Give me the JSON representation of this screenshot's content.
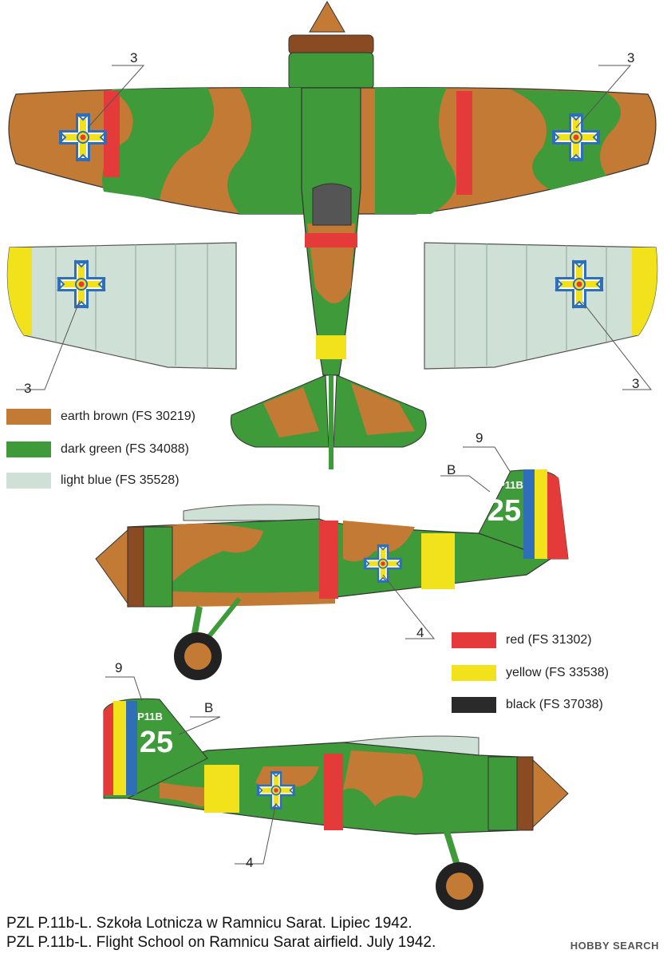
{
  "colors": {
    "earth_brown": "#c27a35",
    "dark_green": "#3f9a3a",
    "light_blue": "#cfe1d6",
    "red": "#e53a3a",
    "yellow": "#f2e21b",
    "black": "#2a2a2a",
    "blue": "#2f6fb8",
    "cowl_brown": "#8a4a22"
  },
  "legend_top": [
    {
      "label": "earth brown (FS 30219)",
      "color": "#c27a35"
    },
    {
      "label": "dark green (FS 34088)",
      "color": "#3f9a3a"
    },
    {
      "label": "light blue (FS 35528)",
      "color": "#cfe1d6"
    }
  ],
  "legend_bottom": [
    {
      "label": "red (FS 31302)",
      "color": "#e53a3a"
    },
    {
      "label": "yellow (FS 33538)",
      "color": "#f2e21b"
    },
    {
      "label": "black (FS 37038)",
      "color": "#2a2a2a"
    }
  ],
  "callouts": {
    "top_left_wing": "3",
    "top_right_wing": "3",
    "under_left_wing": "3",
    "under_right_wing": "3",
    "right_side_fin": "9",
    "right_side_fin_letter": "B",
    "right_side_fuselage": "4",
    "left_side_fin": "9",
    "left_side_fin_letter": "B",
    "left_side_fuselage": "4"
  },
  "aircraft_marking": {
    "type_label": "P11B",
    "number": "25"
  },
  "captions": [
    "PZL P.11b-L. Szkoła  Lotnicza w Ramnicu Sarat. Lipiec 1942.",
    "PZL P.11b-L. Flight School on Ramnicu Sarat airfield. July 1942."
  ],
  "watermark": "HOBBY SEARCH"
}
